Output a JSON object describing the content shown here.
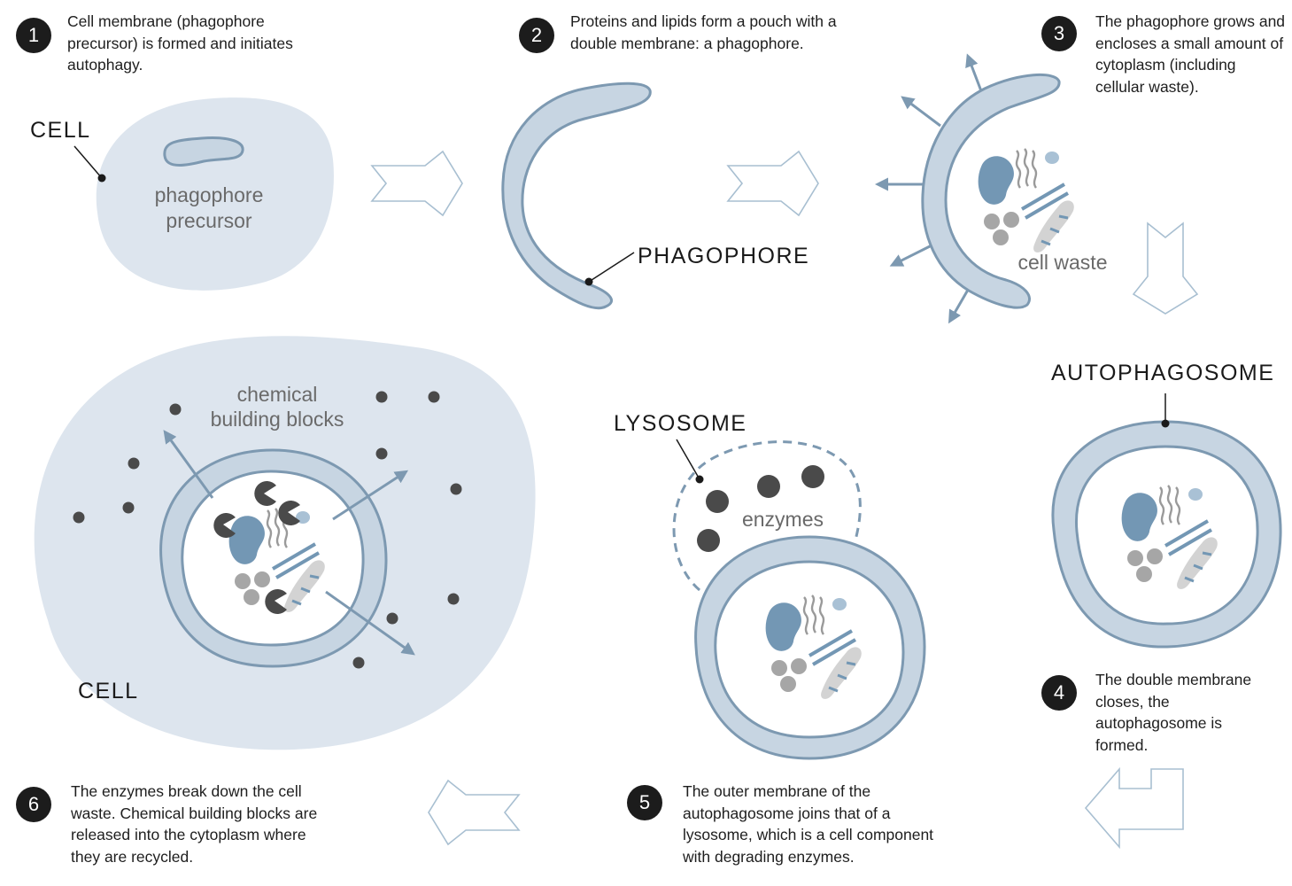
{
  "steps": [
    {
      "number": "1",
      "text": "Cell membrane (phagophore precursor) is formed and initiates autophagy."
    },
    {
      "number": "2",
      "text": "Proteins and lipids form a pouch with a double membrane: a phagophore."
    },
    {
      "number": "3",
      "text": "The phagophore grows and encloses a small amount of cytoplasm (including cellular waste)."
    },
    {
      "number": "4",
      "text": "The double membrane closes, the autophagosome is formed."
    },
    {
      "number": "5",
      "text": "The outer membrane of the autophagosome joins that of a lysosome, which is a cell component with degrading enzymes."
    },
    {
      "number": "6",
      "text": "The enzymes break down the cell waste. Chemical building blocks are released into the cytoplasm where they are recycled."
    }
  ],
  "labels": {
    "cell_top": "CELL",
    "phagophore_precursor_1": "phagophore",
    "phagophore_precursor_2": "precursor",
    "phagophore": "PHAGOPHORE",
    "cell_waste": "cell waste",
    "autophagosome": "AUTOPHAGOSOME",
    "lysosome": "LYSOSOME",
    "enzymes": "enzymes",
    "chemical_1": "chemical",
    "chemical_2": "building blocks",
    "cell_bottom": "CELL"
  },
  "colors": {
    "cell_fill": "#dde5ee",
    "membrane_fill": "#c7d5e2",
    "membrane_stroke": "#7d99b1",
    "organelle_blue": "#7397b4",
    "dark_dot": "#4a4a4a",
    "grey_dot": "#a6a6a6",
    "badge": "#1c1c1c"
  }
}
